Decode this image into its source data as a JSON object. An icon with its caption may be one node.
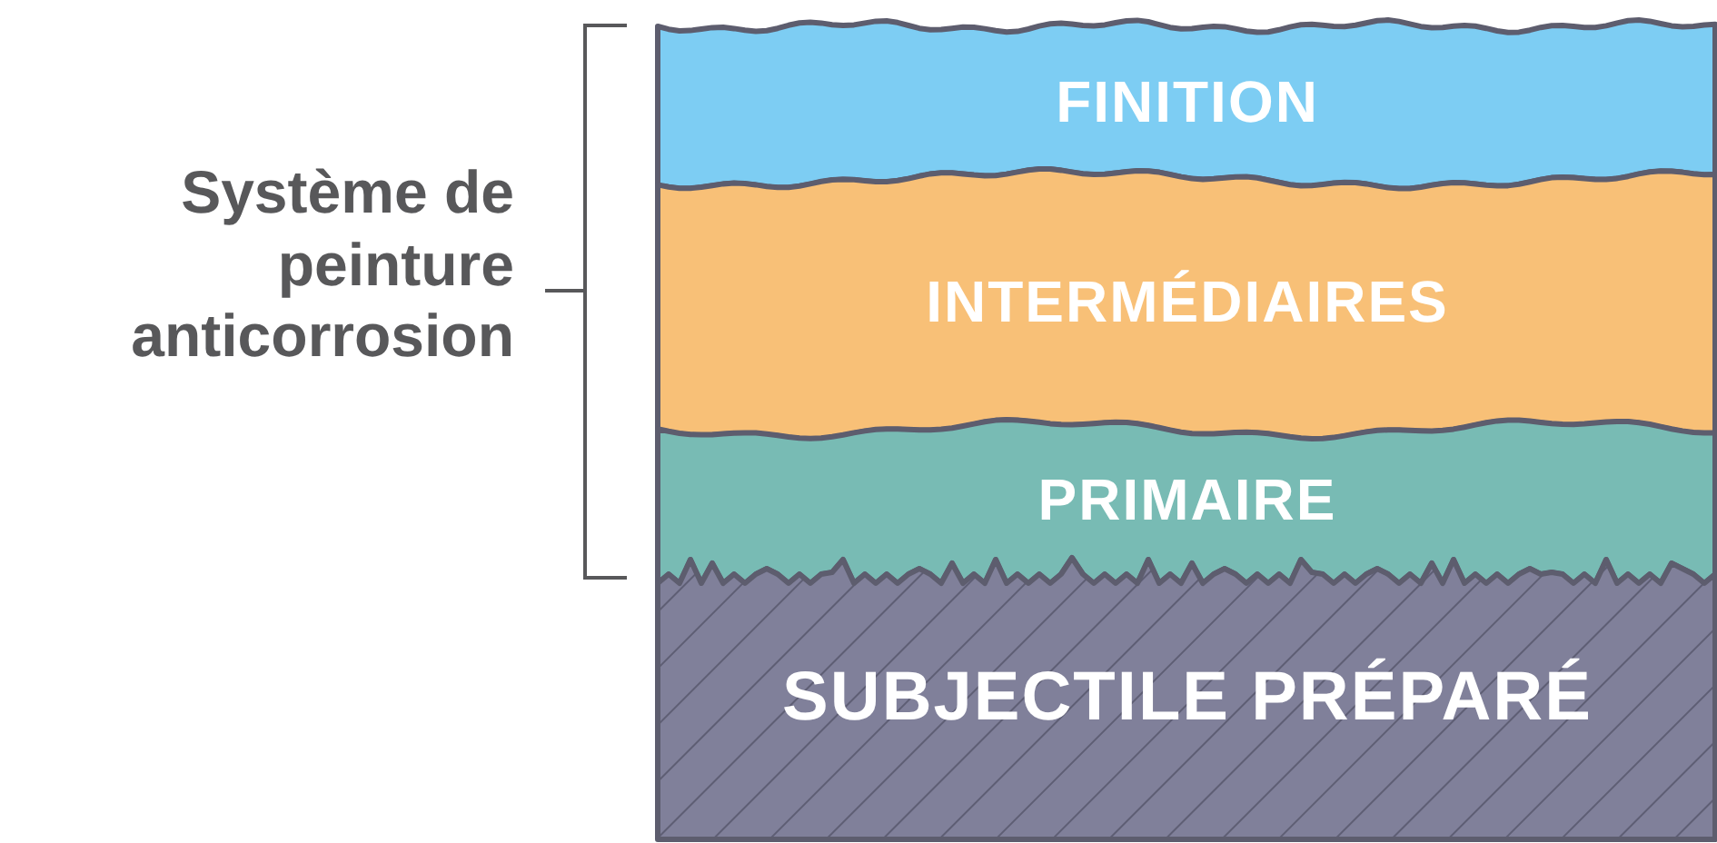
{
  "diagram": {
    "nodes": [
      {
        "text": [
          "FINITION"
        ]
      },
      {
        "text": [
          "INTERMÉDIAIRES"
        ]
      },
      {
        "text": [
          "PRIMAIRE"
        ]
      },
      {
        "text": [
          "SUBJECTILE PRÉPARÉ"
        ]
      }
    ],
    "labels": [
      "Système de peinture anticorrosion"
    ]
  }
}
